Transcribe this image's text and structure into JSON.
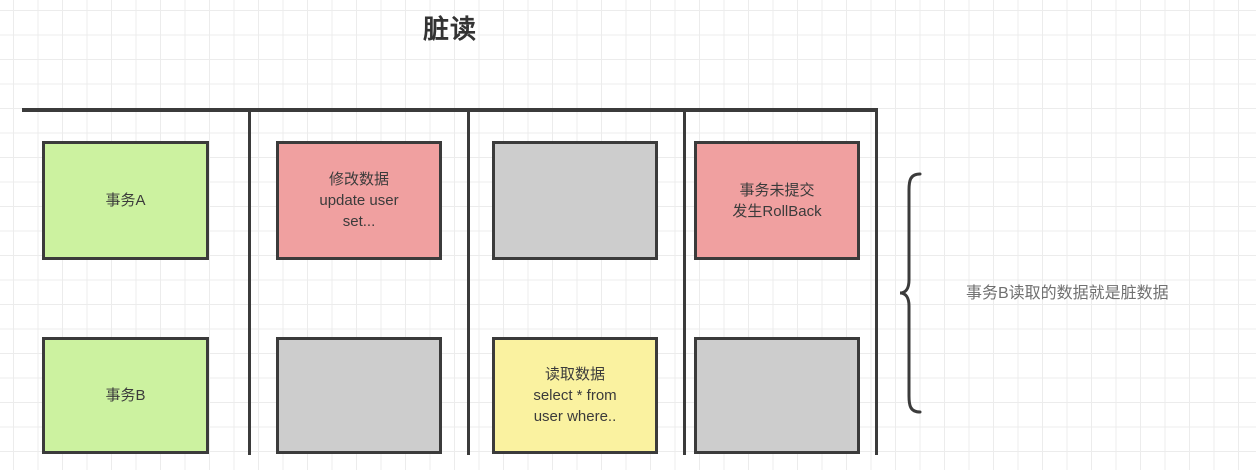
{
  "diagram": {
    "title": "脏读",
    "colors": {
      "green": "#ccf2a0",
      "red": "#f0a0a0",
      "yellow": "#faf2a0",
      "grey": "#cdcdcd",
      "line": "#3b3b3b",
      "grid": "#ececec",
      "annotation_text": "#707070"
    },
    "lanes": [
      {
        "label": "事务A",
        "cells": [
          {
            "type": "label",
            "color": "green",
            "text": "事务A"
          },
          {
            "type": "action",
            "color": "red",
            "text": "修改数据\nupdate user\nset..."
          },
          {
            "type": "empty",
            "color": "grey",
            "text": ""
          },
          {
            "type": "action",
            "color": "red",
            "text": "事务未提交\n发生RollBack"
          }
        ]
      },
      {
        "label": "事务B",
        "cells": [
          {
            "type": "label",
            "color": "green",
            "text": "事务B"
          },
          {
            "type": "empty",
            "color": "grey",
            "text": ""
          },
          {
            "type": "action",
            "color": "yellow",
            "text": "读取数据\nselect * from\nuser where.."
          },
          {
            "type": "empty",
            "color": "grey",
            "text": ""
          }
        ]
      }
    ],
    "annotation": {
      "brace": "right-curly-brace",
      "text": "事务B读取的数据就是脏数据"
    }
  }
}
